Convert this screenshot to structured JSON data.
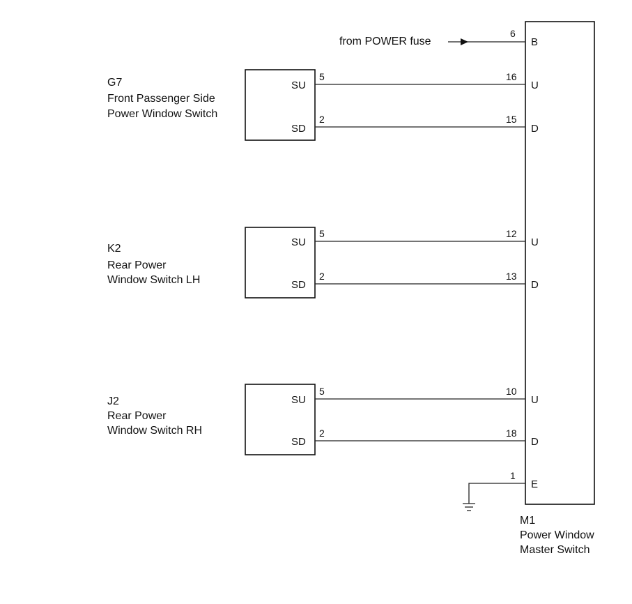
{
  "power_label": "from POWER fuse",
  "master": {
    "code": "M1",
    "name_line1": "Power Window",
    "name_line2": "Master Switch",
    "power_pin": "6",
    "power_terminal": "B",
    "ground_pin": "1",
    "ground_terminal": "E"
  },
  "switches": [
    {
      "code": "G7",
      "name_line1": "Front Passenger Side",
      "name_line2": "Power Window Switch",
      "up_terminal": "SU",
      "up_pin": "5",
      "down_terminal": "SD",
      "down_pin": "2",
      "master_up_pin": "16",
      "master_up_terminal": "U",
      "master_down_pin": "15",
      "master_down_terminal": "D"
    },
    {
      "code": "K2",
      "name_line1": "Rear Power",
      "name_line2": "Window Switch LH",
      "up_terminal": "SU",
      "up_pin": "5",
      "down_terminal": "SD",
      "down_pin": "2",
      "master_up_pin": "12",
      "master_up_terminal": "U",
      "master_down_pin": "13",
      "master_down_terminal": "D"
    },
    {
      "code": "J2",
      "name_line1": "Rear Power",
      "name_line2": "Window Switch RH",
      "up_terminal": "SU",
      "up_pin": "5",
      "down_terminal": "SD",
      "down_pin": "2",
      "master_up_pin": "10",
      "master_up_terminal": "U",
      "master_down_pin": "18",
      "master_down_terminal": "D"
    }
  ]
}
